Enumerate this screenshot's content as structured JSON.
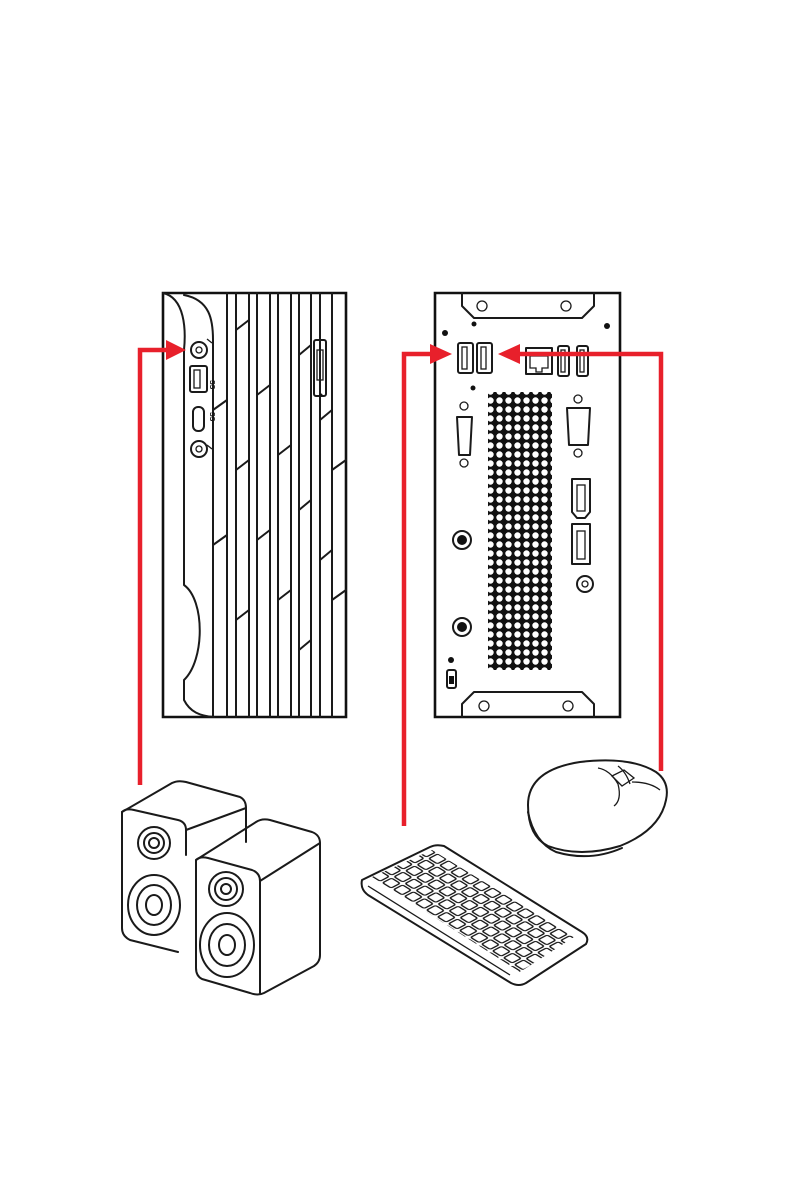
{
  "figure": {
    "front_port_labels": {
      "ss_usb_a": "SS",
      "ss_usb_c": "SS"
    }
  },
  "colors": {
    "arrow": "#e8202b",
    "line_art": "#1a1a1a",
    "background": "#ffffff"
  },
  "components": [
    {
      "id": "front-panel",
      "depicts": "pc-front-panel"
    },
    {
      "id": "rear-panel",
      "depicts": "pc-rear-io-panel"
    },
    {
      "id": "speakers",
      "depicts": "speakers-icon",
      "connects_to": "front-audio-jack"
    },
    {
      "id": "keyboard",
      "depicts": "keyboard-icon",
      "connects_to": "rear-usb-port"
    },
    {
      "id": "mouse",
      "depicts": "mouse-icon",
      "connects_to": "rear-usb-port"
    }
  ]
}
